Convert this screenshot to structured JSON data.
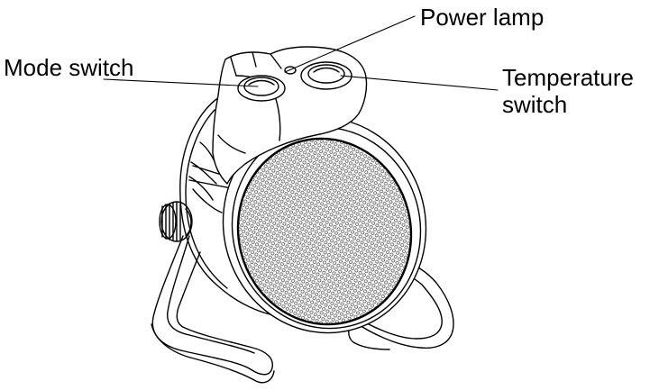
{
  "labels": {
    "power_lamp": "Power lamp",
    "mode_switch": "Mode switch",
    "temperature_switch_line1": "Temperature",
    "temperature_switch_line2": "switch"
  },
  "colors": {
    "ink": "#000000",
    "background": "#ffffff",
    "grille": "#7a7a7a"
  }
}
